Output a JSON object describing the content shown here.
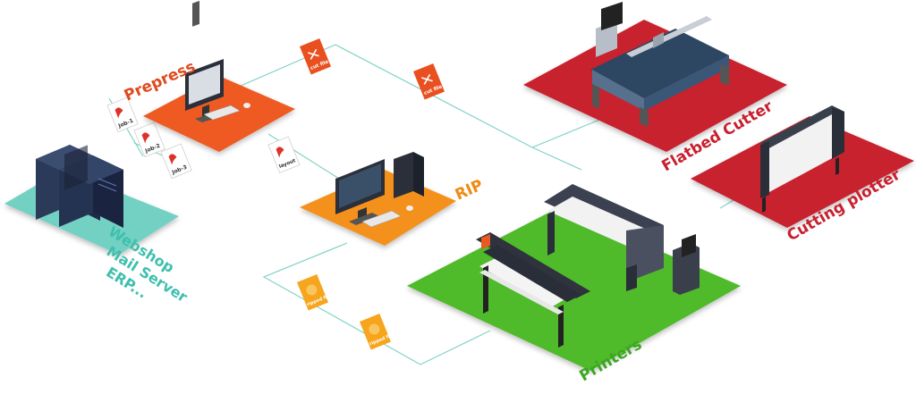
{
  "colors": {
    "teal_platform": "#72d1c2",
    "teal_text": "#3fbfae",
    "prepress_platform": "#ee5a22",
    "rip_platform": "#f4911d",
    "printers_platform": "#4fba2a",
    "cutter_platform": "#c8202f",
    "connector_line": "#7fd3c6",
    "label_red": "#e04a1f",
    "label_orange": "#f08a12",
    "label_green": "#3aa81f",
    "label_crimson": "#c8202f",
    "cutfile_doc": "#e95020",
    "layout_doc": "#ffffff",
    "ripped_doc": "#f6a51c"
  },
  "nodes": {
    "webshop": {
      "lines": [
        "Webshop",
        "Mail Server",
        "ERP..."
      ]
    },
    "prepress": {
      "label": "Prepress"
    },
    "rip": {
      "label": "RIP"
    },
    "printers": {
      "label": "Printers"
    },
    "flatbed": {
      "label": "Flatbed Cutter"
    },
    "plotter": {
      "label": "Cutting plotter"
    }
  },
  "documents": {
    "jobs": [
      "Job-1",
      "Job-2",
      "Job-3"
    ],
    "cut_file": "cut file",
    "layout": "layout",
    "ripped_file": "ripped file"
  },
  "icons": {
    "pdf": "pdf-icon",
    "cut": "scissors-icon",
    "server": "server-icon",
    "monitor": "monitor-icon",
    "printer": "printer-icon",
    "cutter": "cutter-icon"
  }
}
